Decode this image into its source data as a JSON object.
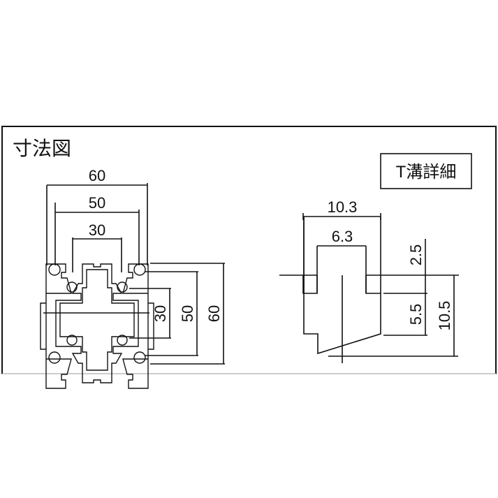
{
  "title": "寸法図",
  "detail_label": "T溝詳細",
  "profile": {
    "width_dims": [
      "60",
      "50",
      "30"
    ],
    "height_dims": [
      "30",
      "50",
      "60"
    ]
  },
  "slot_detail": {
    "width_outer": "10.3",
    "width_inner": "6.3",
    "height_top": "2.5",
    "height_mid": "5.5",
    "height_total": "10.5"
  },
  "colors": {
    "line": "#111111",
    "background": "#ffffff"
  }
}
